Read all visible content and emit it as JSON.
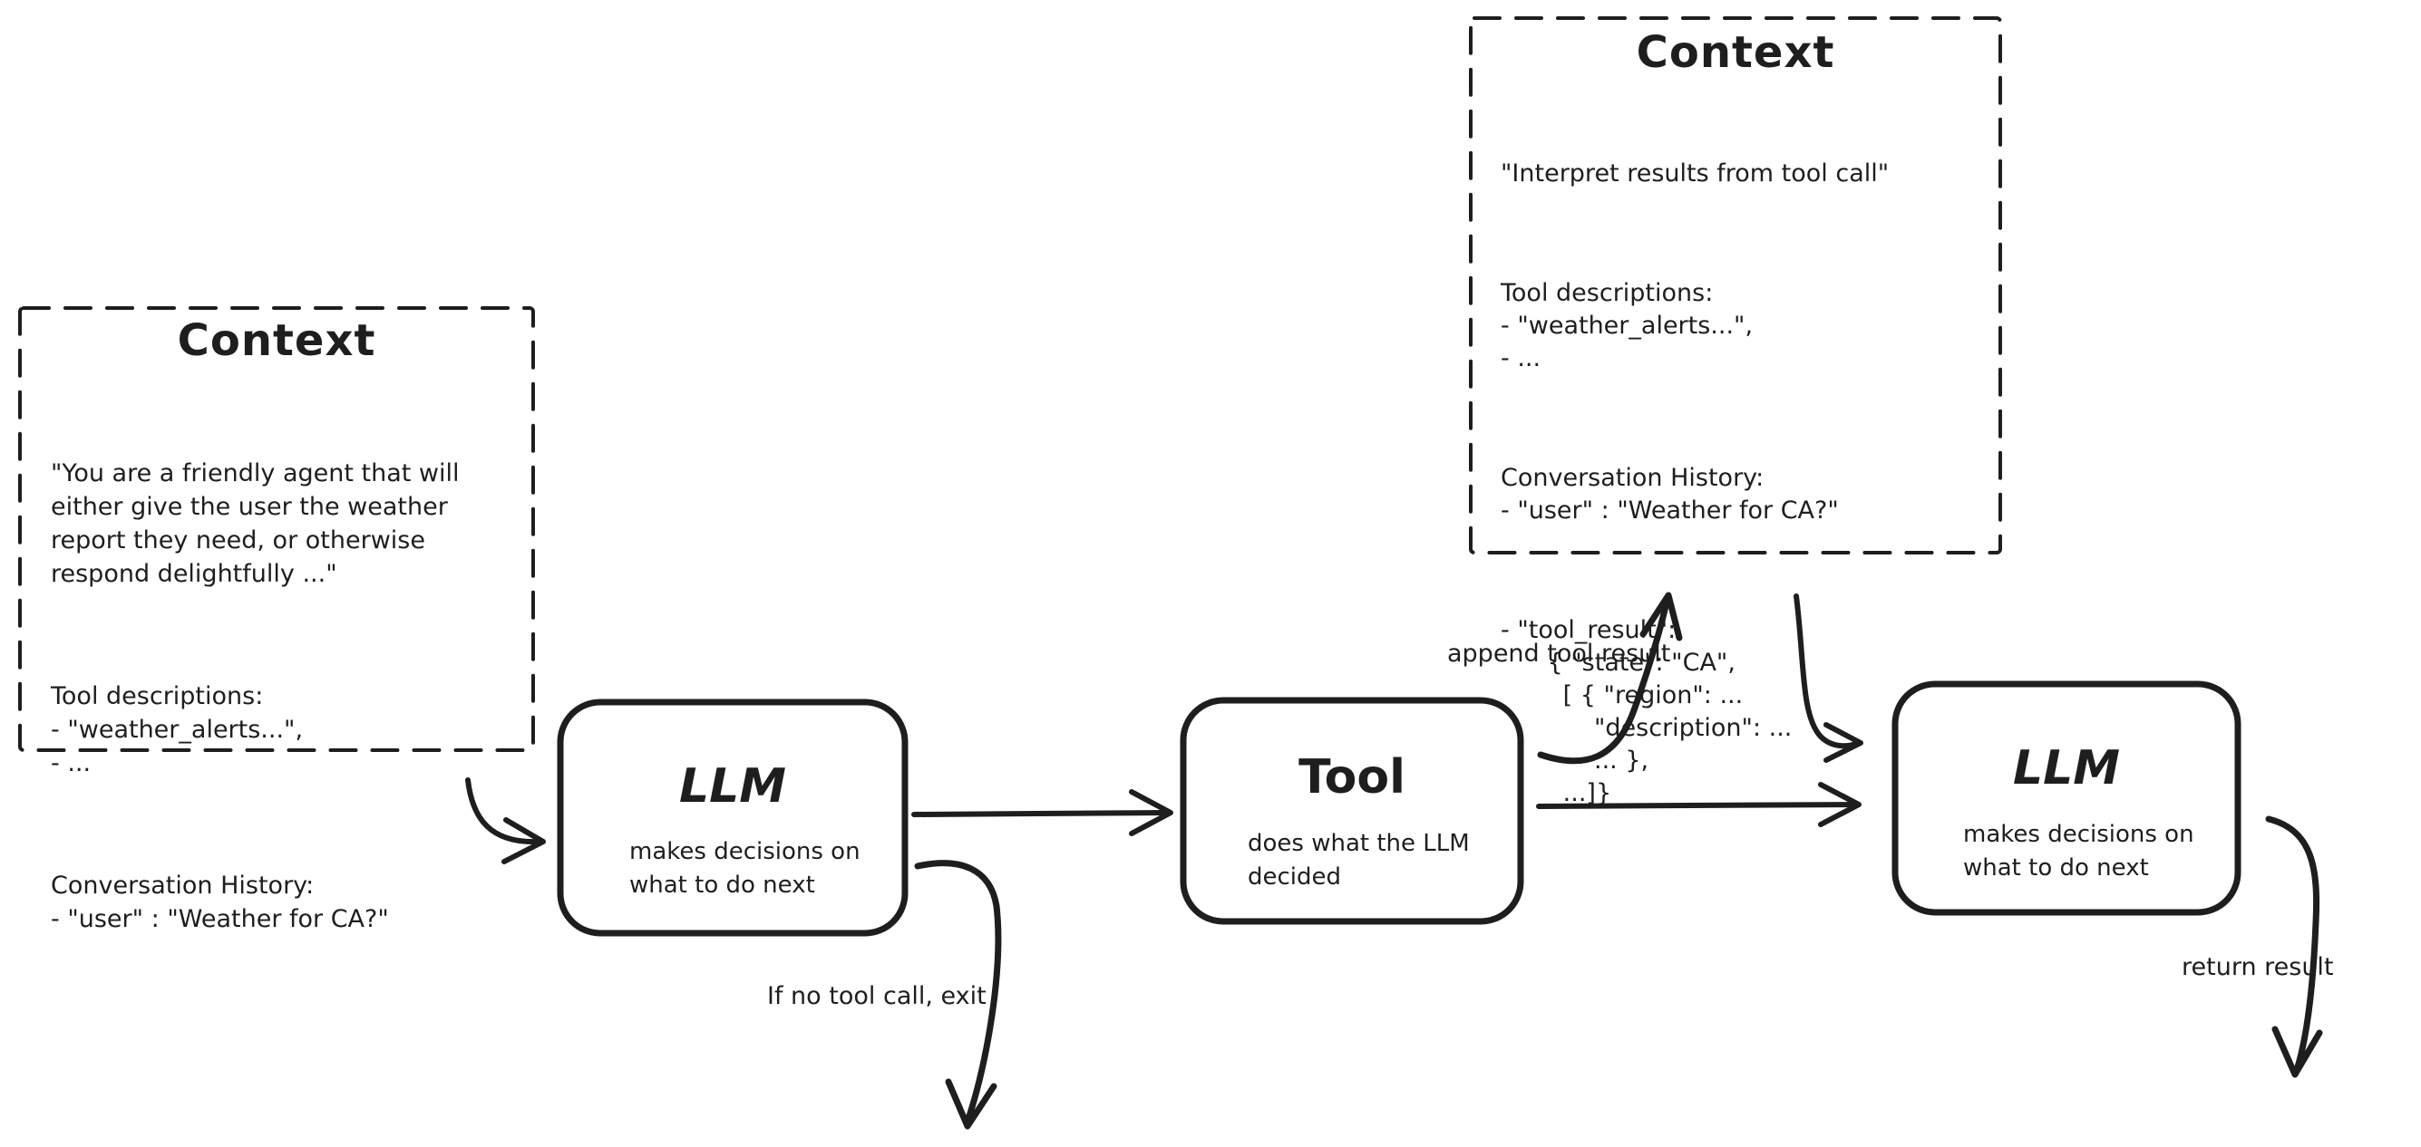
{
  "colors": {
    "stroke": "#1e1e1e",
    "background": "#ffffff",
    "text": "#1e1e1e"
  },
  "context_left": {
    "title": "Context",
    "paragraphs": [
      "\"You are a friendly agent that will\neither give the user the weather\nreport they need, or otherwise\nrespond delightfully ...\"",
      "Tool descriptions:\n- \"weather_alerts...\",\n- ...",
      "Conversation History:\n- \"user\" : \"Weather for CA?\""
    ]
  },
  "context_right": {
    "title": "Context",
    "paragraphs": [
      "\"Interpret results from tool call\"",
      "Tool descriptions:\n- \"weather_alerts...\",\n- ...",
      "Conversation History:\n- \"user\" : \"Weather for CA?\"",
      "- \"tool_result\":\n      { \"state\": \"CA\",\n        [ { \"region\": ...\n            \"description\": ...\n            ... },\n        ...]}"
    ]
  },
  "nodes": {
    "llm_1": {
      "title": "LLM",
      "description": "makes decisions on\nwhat to do next"
    },
    "tool": {
      "title": "Tool",
      "description": "does what the LLM\ndecided"
    },
    "llm_2": {
      "title": "LLM",
      "description": "makes decisions on\nwhat to do next"
    }
  },
  "edge_labels": {
    "append_tool_result": "append tool result",
    "if_no_tool_call_exit": "If no tool call, exit",
    "return_result": "return result"
  }
}
